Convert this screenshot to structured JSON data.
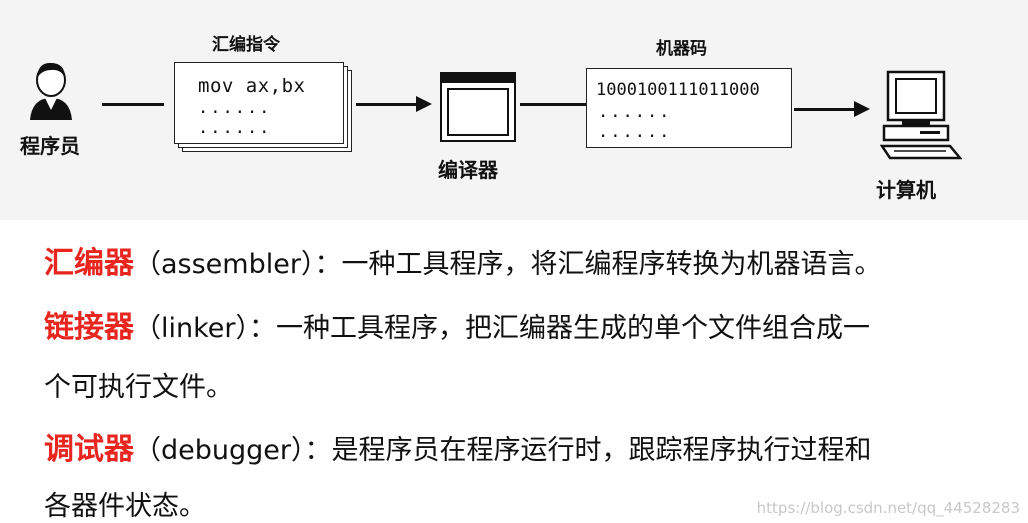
{
  "diagram": {
    "programmer_label": "程序员",
    "assembly_title": "汇编指令",
    "assembly_code": "mov ax,bx",
    "assembly_dots_1": "......",
    "assembly_dots_2": "......",
    "compiler_label": "编译器",
    "machine_title": "机器码",
    "machine_code": "1000100111011000",
    "machine_dots_1": "......",
    "machine_dots_2": "......",
    "computer_label": "计算机"
  },
  "definitions": {
    "assembler_term": "汇编器",
    "assembler_text": "（assembler）：一种工具程序，将汇编程序转换为机器语言。",
    "linker_term": "链接器",
    "linker_text": "（linker）：一种工具程序，把汇编器生成的单个文件组合成一",
    "linker_text_cont": "个可执行文件。",
    "debugger_term": "调试器",
    "debugger_text": "（debugger）：是程序员在程序运行时，跟踪程序执行过程和",
    "debugger_text_cont": "各器件状态。"
  },
  "watermark": "https://blog.csdn.net/qq_44528283",
  "colors": {
    "term": "#e8251f",
    "text": "#111111"
  },
  "icons": [
    "person-icon",
    "program-window-icon",
    "computer-icon"
  ]
}
